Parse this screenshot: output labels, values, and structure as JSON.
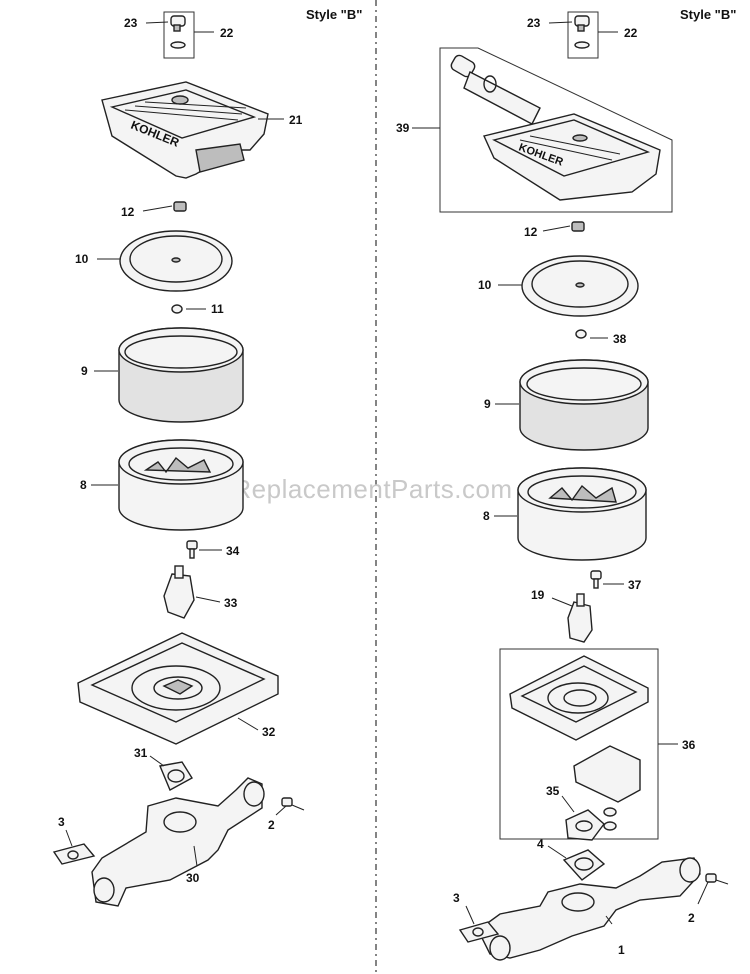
{
  "left_panel": {
    "style_label": "Style \"B\"",
    "callouts": [
      "23",
      "22",
      "21",
      "12",
      "10",
      "11",
      "9",
      "8",
      "34",
      "33",
      "32",
      "31",
      "3",
      "2",
      "30"
    ]
  },
  "right_panel": {
    "style_label": "Style \"B\"",
    "callouts": [
      "23",
      "22",
      "39",
      "12",
      "10",
      "38",
      "9",
      "8",
      "37",
      "19",
      "36",
      "35",
      "4",
      "3",
      "2",
      "1"
    ]
  },
  "watermark": "eReplacementParts.com"
}
